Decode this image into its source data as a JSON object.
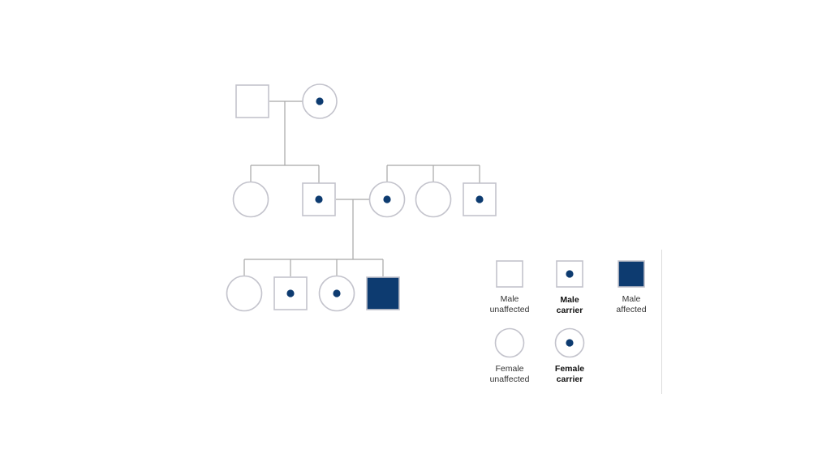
{
  "colors": {
    "line": "#a7a7a7",
    "outline": "#c3c3cc",
    "affected_fill": "#0d3b70",
    "carrier_dot": "#0d3b70",
    "background": "#ffffff"
  },
  "pedigree": {
    "generation_1": [
      {
        "sex": "male",
        "status": "unaffected"
      },
      {
        "sex": "female",
        "status": "carrier"
      }
    ],
    "generation_2": [
      {
        "sex": "female",
        "status": "unaffected"
      },
      {
        "sex": "male",
        "status": "carrier"
      },
      {
        "sex": "female",
        "status": "carrier"
      },
      {
        "sex": "female",
        "status": "unaffected"
      },
      {
        "sex": "male",
        "status": "carrier"
      }
    ],
    "generation_3": [
      {
        "sex": "female",
        "status": "unaffected"
      },
      {
        "sex": "male",
        "status": "carrier"
      },
      {
        "sex": "female",
        "status": "carrier"
      },
      {
        "sex": "male",
        "status": "affected"
      }
    ]
  },
  "legend": {
    "items": [
      {
        "sex": "male",
        "status": "unaffected",
        "line1": "Male",
        "line2": "unaffected",
        "bold": false
      },
      {
        "sex": "male",
        "status": "carrier",
        "line1": "Male",
        "line2": "carrier",
        "bold": true
      },
      {
        "sex": "male",
        "status": "affected",
        "line1": "Male",
        "line2": "affected",
        "bold": false
      },
      {
        "sex": "female",
        "status": "unaffected",
        "line1": "Female",
        "line2": "unaffected",
        "bold": false
      },
      {
        "sex": "female",
        "status": "carrier",
        "line1": "Female",
        "line2": "carrier",
        "bold": true
      }
    ]
  }
}
